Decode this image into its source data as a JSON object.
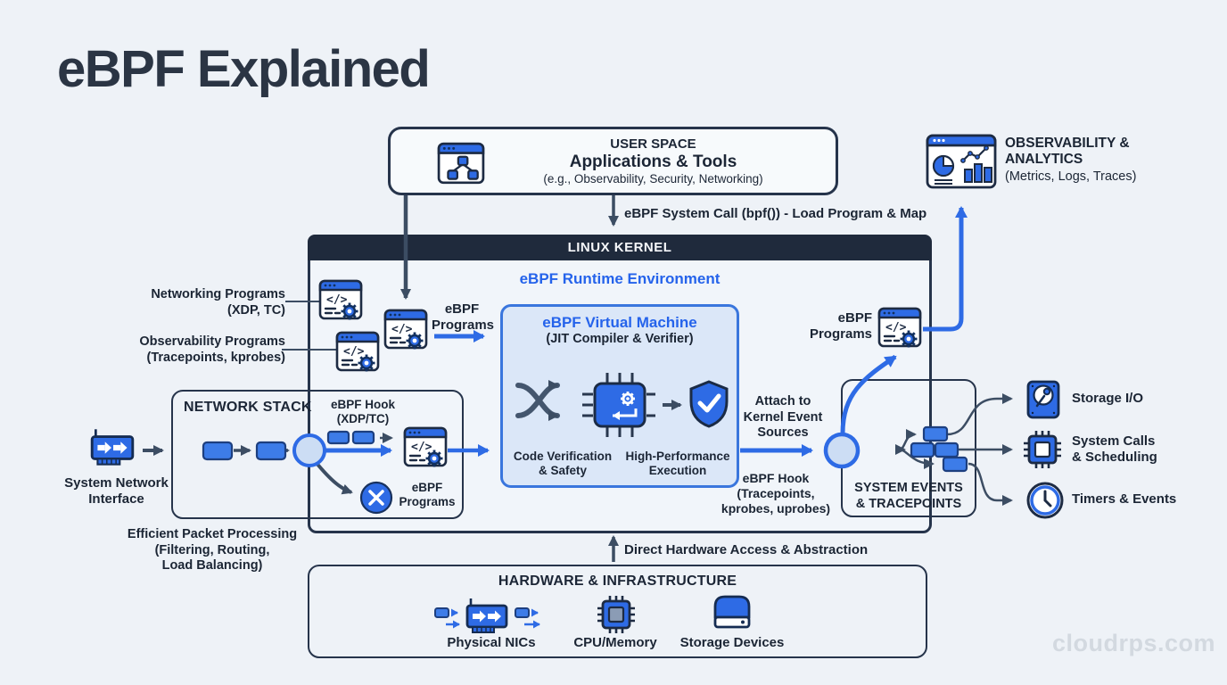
{
  "title": "eBPF Explained",
  "watermark": "cloudrps.com",
  "user_space": {
    "header": "USER SPACE",
    "title": "Applications & Tools",
    "subtitle": "(e.g., Observability, Security, Networking)"
  },
  "observability": {
    "title": "OBSERVABILITY &\nANALYTICS",
    "subtitle": "(Metrics, Logs, Traces)"
  },
  "arrows": {
    "syscall": "eBPF System Call (bpf()) - Load Program & Map",
    "direct_hw": "Direct Hardware Access & Abstraction",
    "attach": "Attach to\nKernel Event\nSources"
  },
  "kernel": {
    "header": "LINUX KERNEL",
    "runtime_title": "eBPF Runtime Environment",
    "vm": {
      "title": "eBPF Virtual Machine",
      "subtitle": "(JIT Compiler & Verifier)",
      "left_caption": "Code Verification\n& Safety",
      "right_caption": "High-Performance\nExecution"
    },
    "program_labels": {
      "networking": "Networking Programs\n(XDP, TC)",
      "observability": "Observability Programs\n(Tracepoints, kprobes)",
      "load": "eBPF\nPrograms",
      "right": "eBPF\nPrograms"
    },
    "hooks": {
      "xdp": "eBPF Hook\n(XDP/TC)",
      "trace": "eBPF Hook\n(Tracepoints,\nkprobes, uprobes)"
    }
  },
  "network_stack": {
    "title": "NETWORK STACK",
    "programs": "eBPF\nPrograms"
  },
  "system_events": {
    "title": "SYSTEM EVENTS\n& TRACEPOINTS"
  },
  "left_side": {
    "nic_label": "System Network\nInterface",
    "packet_processing": "Efficient Packet Processing\n(Filtering, Routing,\nLoad Balancing)"
  },
  "right_side": {
    "events": [
      "Storage I/O",
      "System Calls\n& Scheduling",
      "Timers & Events"
    ]
  },
  "hardware": {
    "title": "HARDWARE & INFRASTRUCTURE",
    "items": [
      "Physical NICs",
      "CPU/Memory",
      "Storage Devices"
    ]
  },
  "colors": {
    "accent": "#2e6be5",
    "dark": "#26344b",
    "kernel_header": "#1f2a3c",
    "vm_fill": "#dbe7f8",
    "background": "#eef2f7"
  }
}
